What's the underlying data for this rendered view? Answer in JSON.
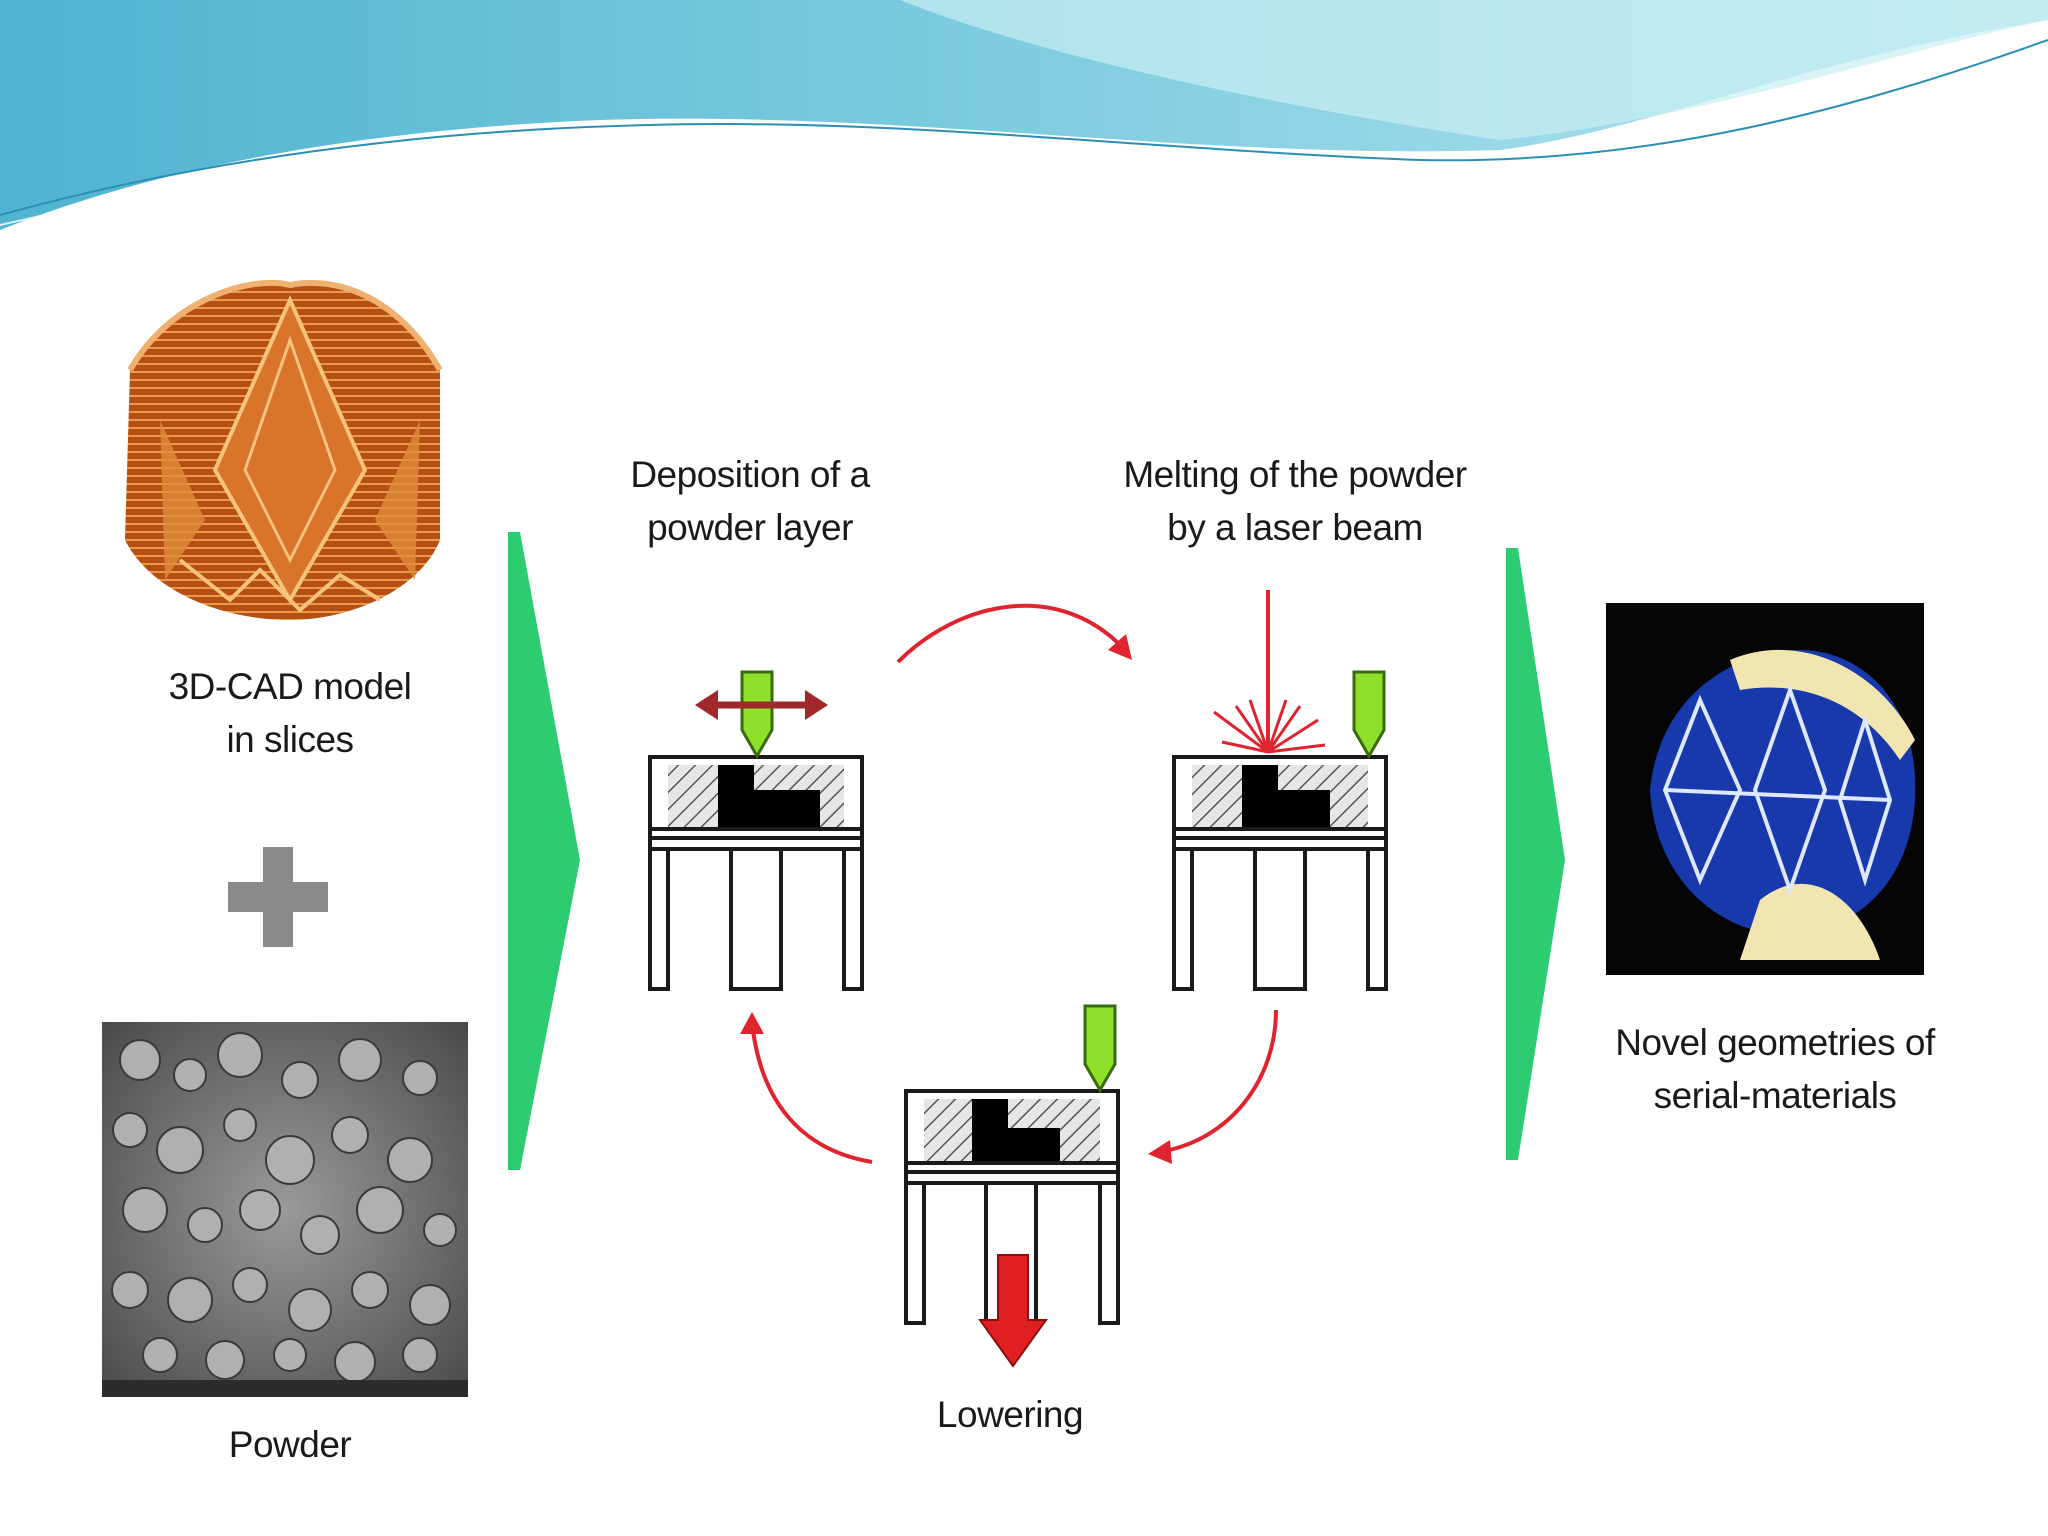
{
  "labels": {
    "cad_model": [
      "3D-CAD model",
      "in slices"
    ],
    "powder": "Powder",
    "deposition": [
      "Deposition of a",
      "powder layer"
    ],
    "melting": [
      "Melting of the powder",
      "by a laser beam"
    ],
    "lowering": "Lowering",
    "novel": [
      "Novel geometries of",
      "serial-materials"
    ]
  },
  "colors": {
    "header_wave_dark": "#5bbcd6",
    "header_wave_light": "#a6e0ec",
    "process_arrow_green": "#2ecc71",
    "cycle_arrow_red": "#e0242f",
    "recoater_green": "#8ee02a",
    "lowering_arrow_red": "#e02020",
    "cad_model_orange": "#c9621f",
    "part_glow_blue": "#2f6cff"
  }
}
